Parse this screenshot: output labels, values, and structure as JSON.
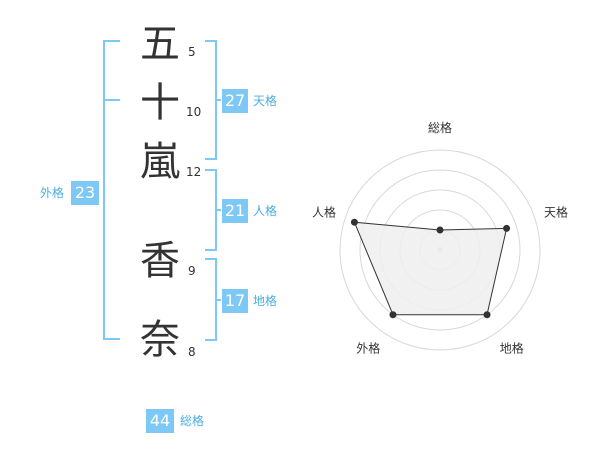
{
  "colors": {
    "accent": "#7ec8f5",
    "label": "#4aaee0",
    "text": "#333333",
    "grid": "#d8d8d8",
    "fill": "#efefef",
    "line": "#333333"
  },
  "name_chars": [
    {
      "char": "五",
      "strokes": "5"
    },
    {
      "char": "十",
      "strokes": "10"
    },
    {
      "char": "嵐",
      "strokes": "12"
    },
    {
      "char": "香",
      "strokes": "9"
    },
    {
      "char": "奈",
      "strokes": "8"
    }
  ],
  "scores": {
    "tenkaku": {
      "value": "27",
      "label": "天格"
    },
    "jinkaku": {
      "value": "21",
      "label": "人格"
    },
    "chikaku": {
      "value": "17",
      "label": "地格"
    },
    "gaikaku": {
      "value": "23",
      "label": "外格"
    },
    "soukaku": {
      "value": "44",
      "label": "総格"
    }
  },
  "chart_data": {
    "type": "radar",
    "axes": [
      "総格",
      "天格",
      "地格",
      "外格",
      "人格"
    ],
    "levels": 5,
    "max": 5,
    "values": [
      1,
      3.5,
      4,
      4,
      4.5
    ]
  }
}
